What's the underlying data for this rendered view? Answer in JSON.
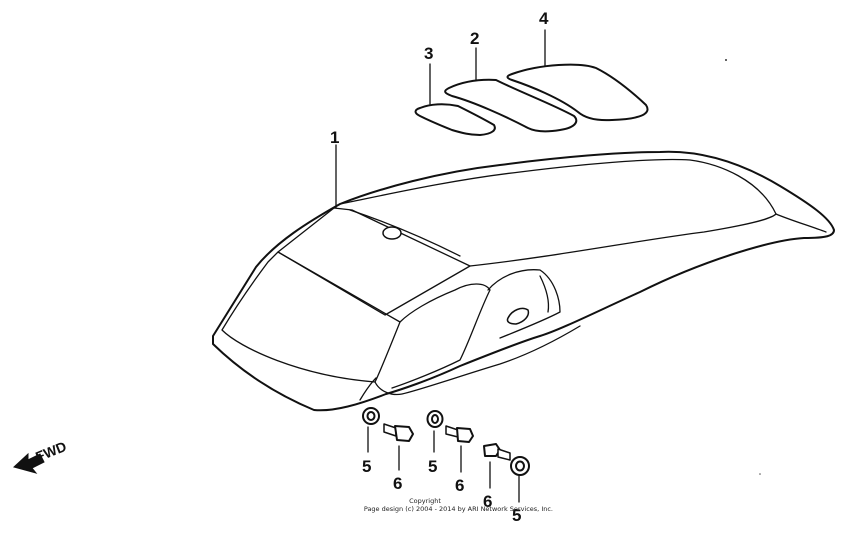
{
  "callouts": {
    "part_1": "1",
    "part_2": "2",
    "part_3": "3",
    "part_4": "4",
    "washer_left": "5",
    "bolt_left": "6",
    "washer_mid": "5",
    "bolt_mid": "6",
    "bolt_right": "6",
    "washer_right": "5"
  },
  "fwd_label": "FWD",
  "copyright": {
    "line1": "Copyright",
    "line2": "Page design (c) 2004 - 2014 by ARI Network Services, Inc."
  }
}
